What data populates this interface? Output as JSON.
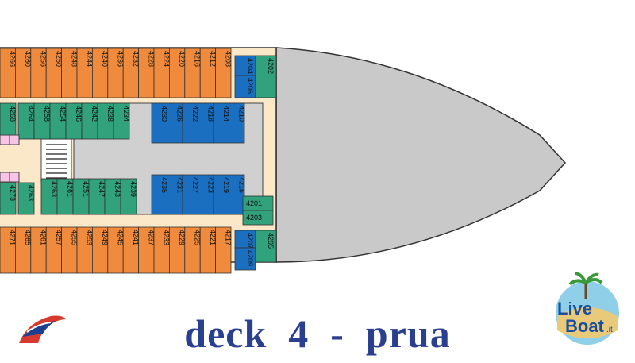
{
  "title": "deck  4  -  prua",
  "colors": {
    "outside": "#f08a3c",
    "inside": "#31a27c",
    "oceanview": "#1b6fc0",
    "corridor": "#fbe8c8",
    "hull": "#c9c9c9",
    "stair_area": "#ffffff",
    "title": "#2a3f8f"
  },
  "cabins": {
    "top_outside": [
      "4266",
      "4260",
      "4256",
      "4250",
      "4248",
      "4244",
      "4240",
      "4236",
      "4232",
      "4228",
      "4224",
      "4220",
      "4216",
      "4212",
      "4208"
    ],
    "top_bow_green": [
      "4204",
      "4206",
      "4202"
    ],
    "upper_inside": [
      "4264",
      "4258",
      "4254",
      "4246",
      "4242",
      "4238",
      "4234"
    ],
    "upper_blue": [
      "4230",
      "4226",
      "4222",
      "4218",
      "4214",
      "4210"
    ],
    "left_stack": [
      "4268",
      "4263",
      "4273"
    ],
    "lower_inside": [
      "4263",
      "4261",
      "4251",
      "4247",
      "4243",
      "4239"
    ],
    "lower_blue": [
      "4235",
      "4231",
      "4227",
      "4223",
      "4219",
      "4215"
    ],
    "bow_side": [
      "4201",
      "4203"
    ],
    "bottom_outside": [
      "4271",
      "4265",
      "4261",
      "4257",
      "4255",
      "4253",
      "4249",
      "4245",
      "4241",
      "4237",
      "4233",
      "4229",
      "4225",
      "4221",
      "4217"
    ],
    "bottom_bow_green": [
      "4207",
      "4209",
      "4205"
    ]
  },
  "logos": {
    "liveboat_line1": "Live",
    "liveboat_line2": "Boat",
    "liveboat_suffix": ".it"
  }
}
